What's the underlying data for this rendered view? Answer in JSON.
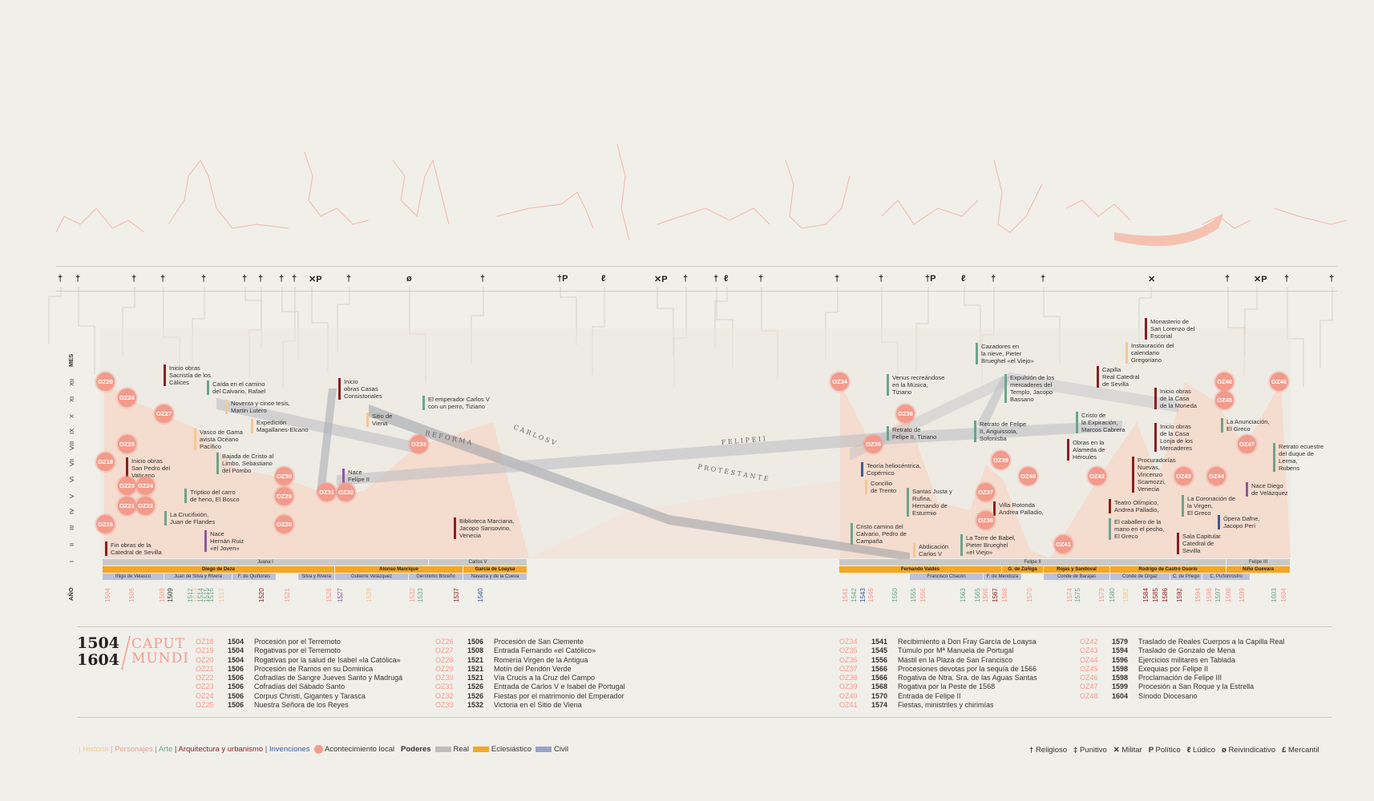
{
  "title": {
    "years": "1504\n1604",
    "name1": "CAPUT",
    "name2": "MUNDI"
  },
  "axis": {
    "mes_label": "MES",
    "año_label": "AÑO",
    "months": [
      "XII",
      "XI",
      "X",
      "IX",
      "VIII",
      "VII",
      "VI",
      "V",
      "IV",
      "III",
      "II",
      "I"
    ]
  },
  "colors": {
    "historia": "#f4c98e",
    "personajes": "#f29b8c",
    "arte": "#6aa58c",
    "arquitectura": "#8b1e1e",
    "invenciones": "#3a5c96",
    "real": "#bdbdbd",
    "eclesiastico": "#f5a623",
    "civil": "#9aa3c7",
    "local": "#f29b8c"
  },
  "symbols": [
    {
      "s": "†"
    },
    {
      "s": "†"
    },
    {
      "s": "†"
    },
    {
      "s": "†"
    },
    {
      "s": "†"
    },
    {
      "s": "†"
    },
    {
      "s": "†"
    },
    {
      "s": "†"
    },
    {
      "s": "†"
    },
    {
      "s": "✕P"
    },
    {
      "s": "†"
    },
    {
      "s": "ø"
    },
    {
      "s": "†"
    },
    {
      "s": "†P"
    },
    {
      "s": "ℓ"
    },
    {
      "s": "✕P"
    },
    {
      "s": "†"
    },
    {
      "s": "†"
    },
    {
      "s": "ℓ"
    },
    {
      "s": "†"
    },
    {
      "s": "†"
    },
    {
      "s": "†"
    },
    {
      "s": "†P"
    },
    {
      "s": "ℓ"
    },
    {
      "s": "†"
    },
    {
      "s": "†"
    },
    {
      "s": "✕"
    },
    {
      "s": "†"
    },
    {
      "s": "✕P"
    },
    {
      "s": "†"
    },
    {
      "s": "†"
    }
  ],
  "years_axis": [
    {
      "y": "1504",
      "c": "#f29b8c"
    },
    {
      "y": "1506",
      "c": "#f29b8c"
    },
    {
      "y": "1508",
      "c": "#f29b8c"
    },
    {
      "y": "1509",
      "c": "#333"
    },
    {
      "y": "1512",
      "c": "#6aa58c"
    },
    {
      "y": "1513",
      "c": "#f4c98e"
    },
    {
      "y": "1514",
      "c": "#6aa58c"
    },
    {
      "y": "1515",
      "c": "#6aa58c"
    },
    {
      "y": "1516",
      "c": "#6aa58c"
    },
    {
      "y": "1517",
      "c": "#f4c98e"
    },
    {
      "y": "1520",
      "c": "#8b1e1e"
    },
    {
      "y": "1521",
      "c": "#f29b8c"
    },
    {
      "y": "1526",
      "c": "#f29b8c"
    },
    {
      "y": "1527",
      "c": "#8a5aa0"
    },
    {
      "y": "1529",
      "c": "#f4c98e"
    },
    {
      "y": "1532",
      "c": "#f29b8c"
    },
    {
      "y": "1533",
      "c": "#6aa58c"
    },
    {
      "y": "1537",
      "c": "#8b1e1e"
    },
    {
      "y": "1540",
      "c": "#3a5c96"
    },
    {
      "y": "1541",
      "c": "#f29b8c"
    },
    {
      "y": "1542",
      "c": "#6aa58c"
    },
    {
      "y": "1543",
      "c": "#3a5c96"
    },
    {
      "y": "1545",
      "c": "#f29b8c"
    },
    {
      "y": "1550",
      "c": "#6aa58c"
    },
    {
      "y": "1555",
      "c": "#6aa58c"
    },
    {
      "y": "1556",
      "c": "#f29b8c"
    },
    {
      "y": "1563",
      "c": "#6aa58c"
    },
    {
      "y": "1565",
      "c": "#6aa58c"
    },
    {
      "y": "1566",
      "c": "#f29b8c"
    },
    {
      "y": "1567",
      "c": "#8b1e1e"
    },
    {
      "y": "1568",
      "c": "#f29b8c"
    },
    {
      "y": "1570",
      "c": "#f29b8c"
    },
    {
      "y": "1574",
      "c": "#f29b8c"
    },
    {
      "y": "1575",
      "c": "#6aa58c"
    },
    {
      "y": "1579",
      "c": "#f29b8c"
    },
    {
      "y": "1580",
      "c": "#6aa58c"
    },
    {
      "y": "1582",
      "c": "#f4c98e"
    },
    {
      "y": "1584",
      "c": "#8b1e1e"
    },
    {
      "y": "1585",
      "c": "#8b1e1e"
    },
    {
      "y": "1586",
      "c": "#8b1e1e"
    },
    {
      "y": "1592",
      "c": "#8b1e1e"
    },
    {
      "y": "1594",
      "c": "#f29b8c"
    },
    {
      "y": "1596",
      "c": "#f29b8c"
    },
    {
      "y": "1597",
      "c": "#6aa58c"
    },
    {
      "y": "1598",
      "c": "#f29b8c"
    },
    {
      "y": "1599",
      "c": "#f29b8c"
    },
    {
      "y": "1603",
      "c": "#6aa58c"
    },
    {
      "y": "1604",
      "c": "#f29b8c"
    }
  ],
  "oz_markers": [
    {
      "id": "OZ20"
    },
    {
      "id": "OZ26"
    },
    {
      "id": "OZ27"
    },
    {
      "id": "OZ25"
    },
    {
      "id": "OZ18"
    },
    {
      "id": "OZ23"
    },
    {
      "id": "OZ24"
    },
    {
      "id": "OZ21"
    },
    {
      "id": "OZ22"
    },
    {
      "id": "OZ19"
    },
    {
      "id": "OZ30"
    },
    {
      "id": "OZ29"
    },
    {
      "id": "OZ28"
    },
    {
      "id": "OZ31"
    },
    {
      "id": "OZ32"
    },
    {
      "id": "OZ33"
    },
    {
      "id": "OZ34"
    },
    {
      "id": "OZ36"
    },
    {
      "id": "OZ35"
    },
    {
      "id": "OZ39"
    },
    {
      "id": "OZ37"
    },
    {
      "id": "OZ38"
    },
    {
      "id": "OZ40"
    },
    {
      "id": "OZ41"
    },
    {
      "id": "OZ42"
    },
    {
      "id": "OZ43"
    },
    {
      "id": "OZ44"
    },
    {
      "id": "OZ46"
    },
    {
      "id": "OZ45"
    },
    {
      "id": "OZ47"
    },
    {
      "id": "OZ48"
    }
  ],
  "annotations": [
    {
      "text": "Inicio obras\nSacristía de los\nCálices",
      "c": "#8b1e1e"
    },
    {
      "text": "Caída en el camino\ndel Calvario, Rafael",
      "c": "#6aa58c"
    },
    {
      "text": "Noventa y cinco tesis,\nMartin Lutero",
      "c": "#f4c98e"
    },
    {
      "text": "Expedición\nMagallanes-Elcano",
      "c": "#f4c98e"
    },
    {
      "text": "Vasco de Gama\navista Océano\nPacífico",
      "c": "#f4c98e"
    },
    {
      "text": "Bajada de Cristo al\nLimbo, Sebastiano\ndel Pombo",
      "c": "#6aa58c"
    },
    {
      "text": "Inicio obras\nSan Pedro del\nVaticano",
      "c": "#8b1e1e"
    },
    {
      "text": "Tríptico del carro\nde heno, El Bosco",
      "c": "#6aa58c"
    },
    {
      "text": "La Crucifixión,\nJuan de Flandes",
      "c": "#6aa58c"
    },
    {
      "text": "Nace\nHernán Ruiz\n«el Joven»",
      "c": "#8a5aa0"
    },
    {
      "text": "Fin obras de la\nCatedral de Sevilla",
      "c": "#8b1e1e"
    },
    {
      "text": "Inicio\nobras Casas\nConsistoriales",
      "c": "#8b1e1e"
    },
    {
      "text": "Sitio de\nViena",
      "c": "#f4c98e"
    },
    {
      "text": "El emperador Carlos V\ncon un perro, Tiziano",
      "c": "#6aa58c"
    },
    {
      "text": "Nace\nFelipe II",
      "c": "#8a5aa0"
    },
    {
      "text": "Biblioteca Marciana,\nJacopo Sansovino,\nVenecia",
      "c": "#8b1e1e"
    },
    {
      "text": "Venus recreándose\nen la Música,\nTiziano",
      "c": "#6aa58c"
    },
    {
      "text": "Retrato de\nFelipe II, Tiziano",
      "c": "#6aa58c"
    },
    {
      "text": "Teoría heliocéntrica,\nCopérnico",
      "c": "#3a5c96"
    },
    {
      "text": "Concilio\nde Trento",
      "c": "#f4c98e"
    },
    {
      "text": "Santas Justa y\nRufina,\nHernando de\nEsturmio",
      "c": "#6aa58c"
    },
    {
      "text": "Cristo camino del\nCalvario, Pedro de\nCampaña",
      "c": "#6aa58c"
    },
    {
      "text": "Abdicación\nCarlos V",
      "c": "#f4c98e"
    },
    {
      "text": "La Torre de Babel,\nPieter Brueghel\n«el Viejo»",
      "c": "#6aa58c"
    },
    {
      "text": "Cazadores en\nla nieve, Pieter\nBrueghel «el Viejo»",
      "c": "#6aa58c"
    },
    {
      "text": "Expulsión de los\nmercaderes del\nTemplo, Jacopo\nBassano",
      "c": "#6aa58c"
    },
    {
      "text": "Retrato de Felipe\nII, Anguissola,\nSofonisba",
      "c": "#6aa58c"
    },
    {
      "text": "Villa Rotonda\nAndrea Palladio,",
      "c": "#8b1e1e"
    },
    {
      "text": "Monasterio de\nSan Lorenzo del\nEscorial",
      "c": "#8b1e1e"
    },
    {
      "text": "Instauración del\ncalendario\nGregoriano",
      "c": "#f4c98e"
    },
    {
      "text": "Capilla\nReal Catedral\nde Sevilla",
      "c": "#8b1e1e"
    },
    {
      "text": "Inicio obras\nde la Casa\nde la Moneda",
      "c": "#8b1e1e"
    },
    {
      "text": "Cristo de\nla Expiración,\nMarcos Cabrera",
      "c": "#6aa58c"
    },
    {
      "text": "Inicio obras\nde la Casa\nLonja de los\nMercaderes",
      "c": "#8b1e1e"
    },
    {
      "text": "La Anunciación,\nEl Greco",
      "c": "#6aa58c"
    },
    {
      "text": "Obras en la\nAlameda de\nHércules",
      "c": "#8b1e1e"
    },
    {
      "text": "Procuradorías\nNuevas,\nVincenzo\nScamozzi,\nVenecia",
      "c": "#8b1e1e"
    },
    {
      "text": "Retrato ecuestre\ndel duque de\nLerma,\nRubens",
      "c": "#6aa58c"
    },
    {
      "text": "Nace Diego\nde Velázquez",
      "c": "#8a5aa0"
    },
    {
      "text": "Teatro Olímpico,\nAndrea Palladio,",
      "c": "#8b1e1e"
    },
    {
      "text": "La Coronación de\nla Virgen,\nEl Greco",
      "c": "#6aa58c"
    },
    {
      "text": "El caballero de la\nmano en el pecho,\nEl Greco",
      "c": "#6aa58c"
    },
    {
      "text": "Ópera Dafne,\nJacopo Peri",
      "c": "#3a5c96"
    },
    {
      "text": "Sala Capitular\nCatedral de\nSevilla",
      "c": "#8b1e1e"
    }
  ],
  "band_labels": {
    "reforma": "R E F O R M A",
    "carlos": "C A R L O S   V",
    "felipe": "F E L I P E   I I",
    "protestante": "P R O T E S T A N T E"
  },
  "gov": {
    "real": [
      {
        "t": "Juana I"
      },
      {
        "t": "Carlos V"
      },
      {
        "t": "Felipe II"
      },
      {
        "t": "Felipe III"
      }
    ],
    "ecles": [
      {
        "t": "Diego de Deza"
      },
      {
        "t": "Alonso Manrique"
      },
      {
        "t": "García de Loaysa"
      },
      {
        "t": "Fernando Valdés"
      },
      {
        "t": "G. de Zúñiga"
      },
      {
        "t": "Rojas y Sandoval"
      },
      {
        "t": "Rodrigo de Castro Osorio"
      },
      {
        "t": "Niño Guevara"
      }
    ],
    "civil": [
      {
        "t": "Íñigo de Velasco"
      },
      {
        "t": "Juan de Silva y Rivera"
      },
      {
        "t": "F. de Quiñones"
      },
      {
        "t": "Silva y Rivera"
      },
      {
        "t": "Gutierre Velázquez"
      },
      {
        "t": "Gerónimo Briceño"
      },
      {
        "t": "Navarra y de la Cueva"
      },
      {
        "t": "Francisco Chacón"
      },
      {
        "t": "F. de Mendoza"
      },
      {
        "t": "Conde de Barajas"
      },
      {
        "t": "Conde de Orgaz"
      },
      {
        "t": "C. de Priego"
      },
      {
        "t": "C. Puñonrostro"
      }
    ]
  },
  "legend_events_col1": [
    {
      "c": "OZ18",
      "y": "1504",
      "t": "Procesión por el Terremoto"
    },
    {
      "c": "OZ19",
      "y": "1504",
      "t": "Rogativas por el Terremoto"
    },
    {
      "c": "OZ20",
      "y": "1504",
      "t": "Rogativas por la salud de Isabel «la Católica»"
    },
    {
      "c": "OZ21",
      "y": "1506",
      "t": "Procesión de Ramos en su Dominica"
    },
    {
      "c": "OZ22",
      "y": "1506",
      "t": "Cofradías de Sangre Jueves Santo y Madrugá"
    },
    {
      "c": "OZ23",
      "y": "1506",
      "t": "Cofradías del Sábado Santo"
    },
    {
      "c": "OZ24",
      "y": "1506",
      "t": "Corpus Christi, Gigantes y Tarasca"
    },
    {
      "c": "OZ25",
      "y": "1506",
      "t": "Nuestra Señora de los Reyes"
    }
  ],
  "legend_events_col2": [
    {
      "c": "OZ26",
      "y": "1506",
      "t": "Procesión de San Clemente"
    },
    {
      "c": "OZ27",
      "y": "1508",
      "t": "Entrada Fernando «el Católico»"
    },
    {
      "c": "OZ28",
      "y": "1521",
      "t": "Romería Virgen de la Antigua"
    },
    {
      "c": "OZ29",
      "y": "1521",
      "t": "Motín del Pendón Verde"
    },
    {
      "c": "OZ30",
      "y": "1521",
      "t": "Vía Crucis a la Cruz del Campo"
    },
    {
      "c": "OZ31",
      "y": "1526",
      "t": "Entrada de Carlos V e Isabel de Portugal"
    },
    {
      "c": "OZ32",
      "y": "1526",
      "t": "Fiestas por el matrimonio del Emperador"
    },
    {
      "c": "OZ33",
      "y": "1532",
      "t": "Victoria en el Sitio de Viena"
    }
  ],
  "legend_events_col3": [
    {
      "c": "OZ34",
      "y": "1541",
      "t": "Recibimiento a Don Fray García de Loaysa"
    },
    {
      "c": "OZ35",
      "y": "1545",
      "t": "Túmulo por Mª Manuela de Portugal"
    },
    {
      "c": "OZ36",
      "y": "1556",
      "t": "Mástil en la Plaza de San Francisco"
    },
    {
      "c": "OZ37",
      "y": "1566",
      "t": "Procesiones devotas por la sequía de 1566"
    },
    {
      "c": "OZ38",
      "y": "1566",
      "t": "Rogativa de Ntra. Sra. de las Aguas Santas"
    },
    {
      "c": "OZ39",
      "y": "1568",
      "t": "Rogativa por la Peste de 1568"
    },
    {
      "c": "OZ40",
      "y": "1570",
      "t": "Entrada de Felipe II"
    },
    {
      "c": "OZ41",
      "y": "1574",
      "t": "Fiestas, ministriles y chirimías"
    }
  ],
  "legend_events_col4": [
    {
      "c": "OZ42",
      "y": "1579",
      "t": "Traslado de Reales Cuerpos a la Capilla Real"
    },
    {
      "c": "OZ43",
      "y": "1594",
      "t": "Traslado de Gonzalo de Mena"
    },
    {
      "c": "OZ44",
      "y": "1596",
      "t": "Ejercicios militares en Tablada"
    },
    {
      "c": "OZ45",
      "y": "1598",
      "t": "Exequias por Felipe II"
    },
    {
      "c": "OZ46",
      "y": "1598",
      "t": "Proclamación de Felipe III"
    },
    {
      "c": "OZ47",
      "y": "1599",
      "t": "Procesión a San Roque y la Estrella"
    },
    {
      "c": "OZ48",
      "y": "1604",
      "t": "Sínodo Diocesano"
    }
  ],
  "bottom_legend": {
    "historia": "Historia",
    "personajes": "Personajes",
    "arte": "Arte",
    "arquitectura": "Arquitectura y urbanismo",
    "invenciones": "Invenciones",
    "local": "Acontecimiento local",
    "poderes": "Poderes",
    "real": "Real",
    "ecles": "Eclesiástico",
    "civil": "Civil"
  },
  "symbol_legend": [
    {
      "s": "†",
      "t": "Religioso"
    },
    {
      "s": "‡",
      "t": "Punitivo"
    },
    {
      "s": "✕",
      "t": "Militar"
    },
    {
      "s": "P",
      "t": "Político"
    },
    {
      "s": "ℓ",
      "t": "Lúdico"
    },
    {
      "s": "ø",
      "t": "Reivindicativo"
    },
    {
      "s": "£",
      "t": "Mercantil"
    }
  ]
}
